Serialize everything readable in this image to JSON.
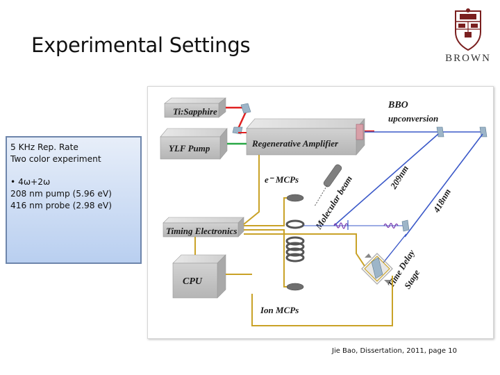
{
  "slide": {
    "title": "Experimental Settings",
    "logo_text": "BROWN",
    "citation": "Jie Bao, Dissertation, 2011, page 10"
  },
  "info_box": {
    "line1": "5 KHz Rep. Rate",
    "line2": "Two color experiment",
    "line3": "• 4ω+2ω",
    "line4": "208 nm pump (5.96 eV)",
    "line5": "416 nm probe (2.98 eV)"
  },
  "diagram": {
    "ti_sapphire": "Ti:Sapphire",
    "ylf_pump": "YLF Pump",
    "regen_amp": "Regenerative Amplifier",
    "bbo": "BBO",
    "upconversion": "upconversion",
    "e_mcps": "e⁻ MCPs",
    "molecular_beam": "Molecular beam",
    "nm209": "209nm",
    "nm418": "418nm",
    "timing": "Timing Electronics",
    "cpu": "CPU",
    "ion_mcps": "Ion MCPs",
    "time_delay": "Time Delay",
    "stage": "Stage"
  },
  "colors": {
    "beam_red": "#e02020",
    "beam_green": "#28a745",
    "beam_blue": "#3a58c8",
    "cable_gold": "#c9a227",
    "box_border": "#6d85ab"
  }
}
